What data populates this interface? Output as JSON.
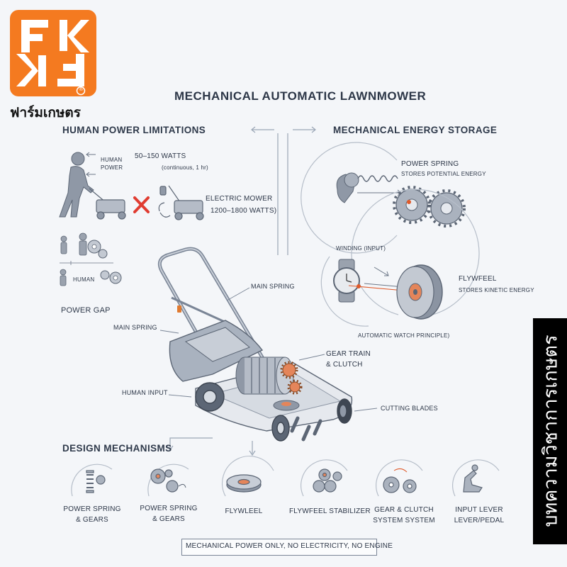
{
  "brand": {
    "logo_text": "FKFK",
    "registered_mark": "®",
    "name": "ฟาร์มเกษตร",
    "side_banner": "บทความวิชาการเกษตร",
    "accent_color": "#f47a20"
  },
  "title": "MECHANICAL AUTOMATIC LAWNMOWER",
  "left_section": {
    "title": "HUMAN POWER LIMITATIONS",
    "human_label": "HUMAN\nPOWER",
    "human_watts": "50–150 WATTS",
    "human_watts_note": "(continuous, 1 hr)",
    "electric_label": "ELECTRIC MOWER",
    "electric_watts": "1200–1800 WATTS)",
    "human_small_label": "HUMAN",
    "power_gap": "POWER GAP"
  },
  "right_section": {
    "title": "MECHANICAL ENERGY STORAGE",
    "power_spring": "POWER SPRING",
    "power_spring_sub": "STORES POTENTIAL ENERGY",
    "winding": "WINDING (INPUT)",
    "flywheel": "FLYWFEEL",
    "flywheel_sub": "STORES KINETIC ENERGY",
    "watch_principle": "AUTOMATIC WATCH PRINCIPLE)"
  },
  "mower_labels": {
    "main_spring_top": "MAIN SPRING",
    "main_spring_left": "MAIN SPRING",
    "gear_train": "GEAR TRAIN\n& CLUTCH",
    "human_input": "HUMAN INPUT",
    "cutting_blades": "CUTTING BLADES"
  },
  "design": {
    "title": "DESIGN MECHANISMS",
    "items": [
      {
        "label": "POWER SPRING\n& GEARS",
        "icon": "spring-gears-icon"
      },
      {
        "label": "POWER SPRING\n& GEARS",
        "icon": "gears-icon"
      },
      {
        "label": "FLYWLEEL",
        "icon": "flywheel-icon"
      },
      {
        "label": "FLYWFEEL STABILIZER",
        "icon": "stabilizer-gears-icon"
      },
      {
        "label": "GEAR & CLUTCH\nSYSTEM SYSTEM",
        "icon": "clutch-gears-icon"
      },
      {
        "label": "INPUT LEVER\nLEVER/PEDAL",
        "icon": "lever-pedal-icon"
      }
    ]
  },
  "footer": "MECHANICAL POWER ONLY, NO ELECTRICITY, NO ENGINE"
}
